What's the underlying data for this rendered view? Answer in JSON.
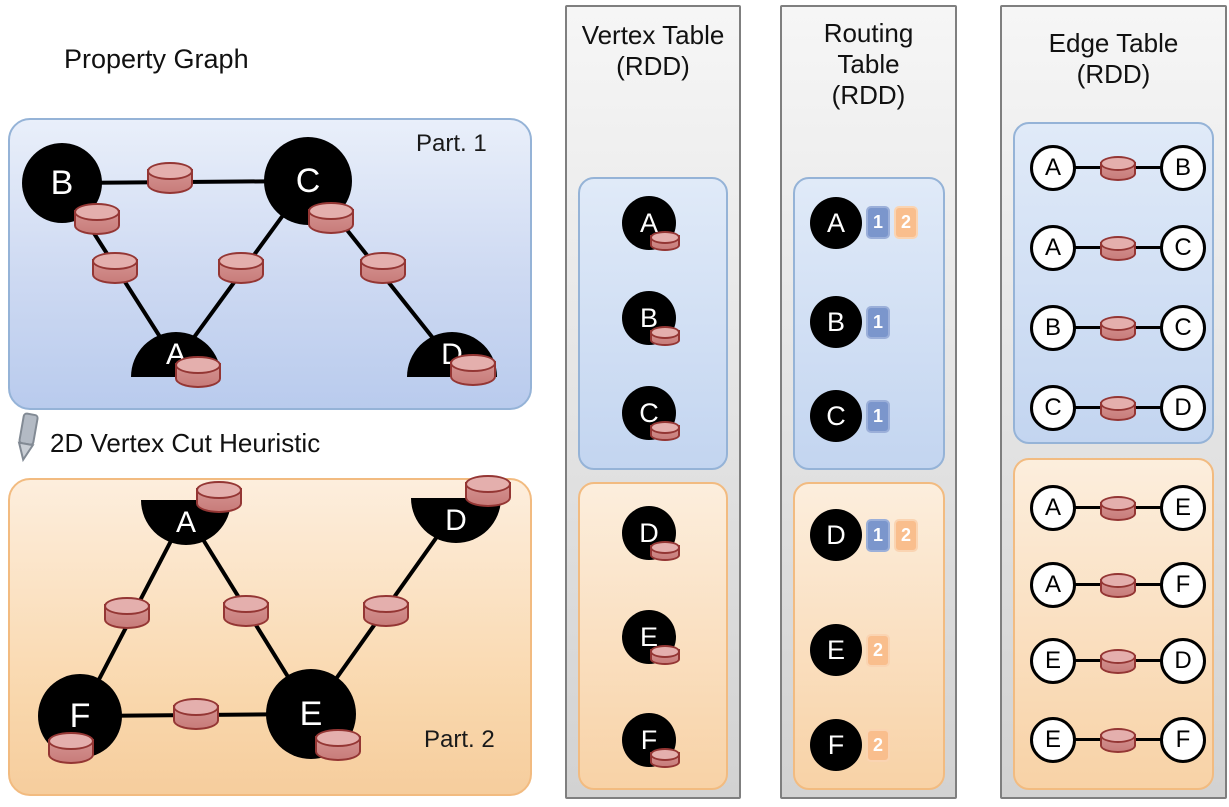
{
  "graph": {
    "title": "Property Graph",
    "cut_label": "2D Vertex Cut Heuristic",
    "part1": {
      "label": "Part. 1",
      "vertices": [
        "B",
        "C",
        "A",
        "D"
      ]
    },
    "part2": {
      "label": "Part. 2",
      "vertices": [
        "A",
        "D",
        "F",
        "E"
      ]
    }
  },
  "vertex_table": {
    "title_lines": [
      "Vertex Table",
      "(RDD)"
    ],
    "part1": [
      "A",
      "B",
      "C"
    ],
    "part2": [
      "D",
      "E",
      "F"
    ]
  },
  "routing_table": {
    "title_lines": [
      "Routing",
      "Table",
      "(RDD)"
    ],
    "part1": [
      {
        "vertex": "A",
        "badges": [
          "1",
          "2"
        ]
      },
      {
        "vertex": "B",
        "badges": [
          "1"
        ]
      },
      {
        "vertex": "C",
        "badges": [
          "1"
        ]
      }
    ],
    "part2": [
      {
        "vertex": "D",
        "badges": [
          "1",
          "2"
        ]
      },
      {
        "vertex": "E",
        "badges": [
          "2"
        ]
      },
      {
        "vertex": "F",
        "badges": [
          "2"
        ]
      }
    ]
  },
  "edge_table": {
    "title_lines": [
      "Edge Table",
      "(RDD)"
    ],
    "part1": [
      {
        "from": "A",
        "to": "B"
      },
      {
        "from": "A",
        "to": "C"
      },
      {
        "from": "B",
        "to": "C"
      },
      {
        "from": "C",
        "to": "D"
      }
    ],
    "part2": [
      {
        "from": "A",
        "to": "E"
      },
      {
        "from": "A",
        "to": "F"
      },
      {
        "from": "E",
        "to": "D"
      },
      {
        "from": "E",
        "to": "F"
      }
    ]
  },
  "colors": {
    "partition1_fill": "#cdd9f2",
    "partition1_border": "#95b3d7",
    "partition2_fill": "#f9d7ac",
    "partition2_border": "#f2bb80",
    "cylinder_fill": "#d59492",
    "cylinder_border": "#943634",
    "badge_blue": "#7b96cc",
    "badge_orange": "#f9be8d",
    "column_fill": "#d9d9d9",
    "vertex_fill": "#000000"
  }
}
